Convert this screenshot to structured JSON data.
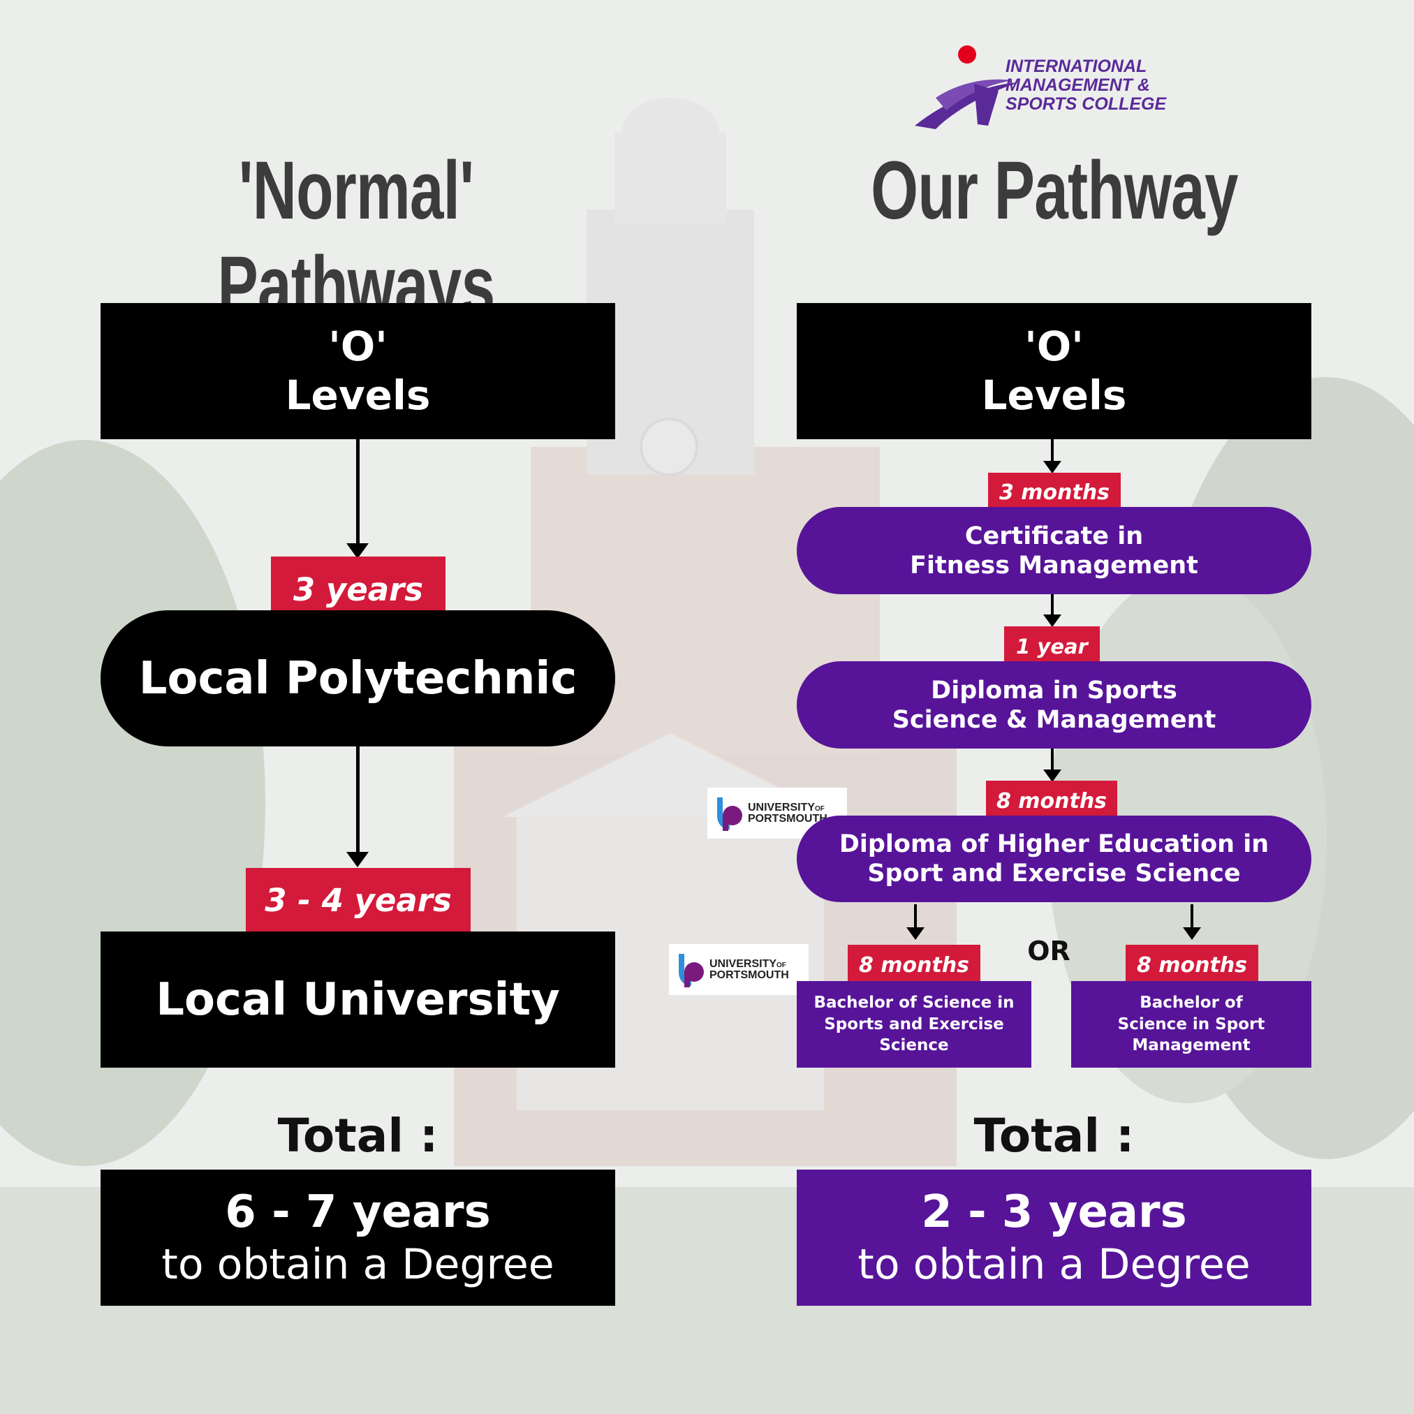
{
  "logo": {
    "line1": "INTERNATIONAL",
    "line2": "MANAGEMENT &",
    "line3": "SPORTS COLLEGE"
  },
  "left": {
    "heading": "'Normal' Pathways",
    "start_line1": "'O'",
    "start_line2": "Levels",
    "step1_duration": "3 years",
    "step1_label": "Local Polytechnic",
    "step2_duration": "3 - 4 years",
    "step2_label": "Local University",
    "total_label": "Total :",
    "total_value": "6 - 7 years",
    "total_suffix": "to obtain a Degree"
  },
  "right": {
    "heading": "Our Pathway",
    "start_line1": "'O'",
    "start_line2": "Levels",
    "step1_duration": "3 months",
    "step1_line1": "Certificate in",
    "step1_line2": "Fitness Management",
    "step2_duration": "1 year",
    "step2_line1": "Diploma in Sports",
    "step2_line2": "Science & Management",
    "step3_duration": "8 months",
    "step3_line1": "Diploma of Higher Education in",
    "step3_line2": "Sport and Exercise Science",
    "or_label": "OR",
    "branch_a_duration": "8 months",
    "branch_a_line1": "Bachelor of Science in",
    "branch_a_line2": "Sports and Exercise",
    "branch_a_line3": "Science",
    "branch_b_duration": "8 months",
    "branch_b_line1": "Bachelor of",
    "branch_b_line2": "Science in Sport",
    "branch_b_line3": "Management",
    "total_label": "Total :",
    "total_value": "2 - 3 years",
    "total_suffix": "to obtain a Degree"
  },
  "partner_badge": {
    "line1": "UNIVERSITY",
    "line1_small": "OF",
    "line2": "PORTSMOUTH"
  },
  "colors": {
    "black": "#000000",
    "purple": "#571499",
    "red_tag": "#d31a3a",
    "heading_gray": "#3c3c3c"
  }
}
